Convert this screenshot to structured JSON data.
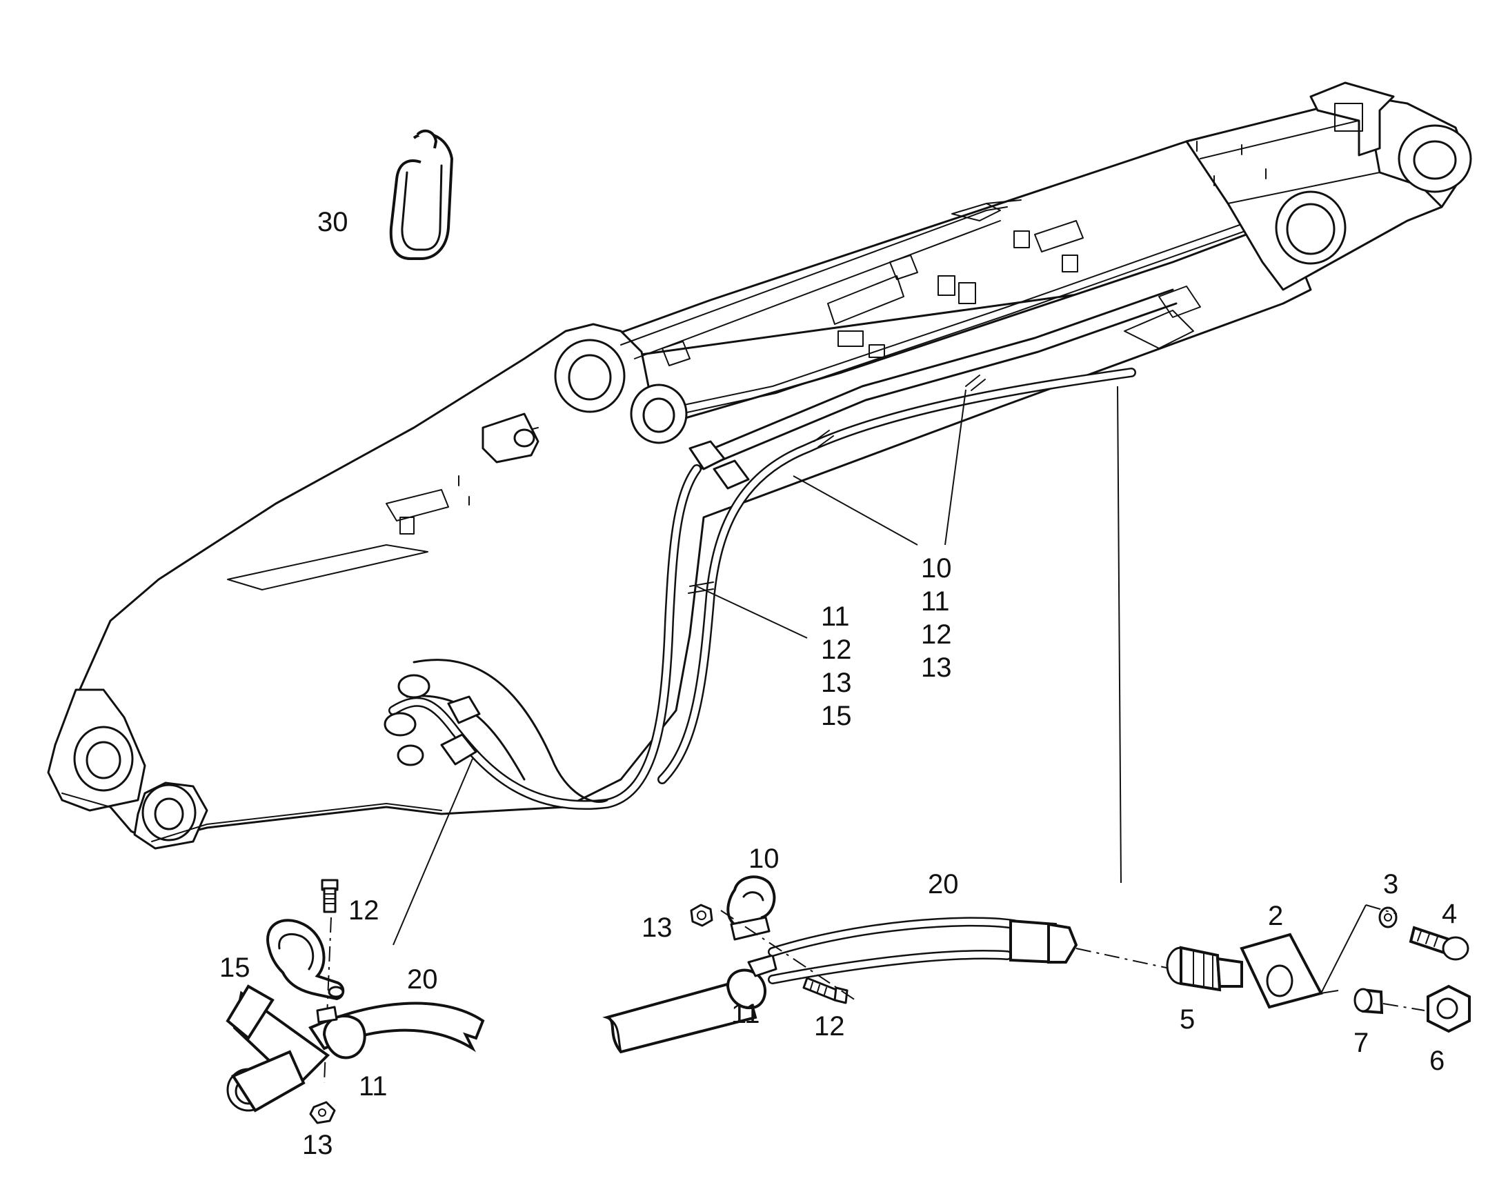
{
  "callouts": {
    "n30": "30",
    "n12_left": "12",
    "n15_left": "15",
    "n20_left": "20",
    "n11_left": "11",
    "n13_left": "13",
    "n10_center": "10",
    "n13_center": "13",
    "n20_center": "20",
    "n11_center": "11",
    "n12_center": "12",
    "n5": "5",
    "n2": "2",
    "n3": "3",
    "n4": "4",
    "n7": "7",
    "n6": "6"
  },
  "stacks": {
    "upper": [
      "10",
      "11",
      "12",
      "13"
    ],
    "lower": [
      "11",
      "12",
      "13",
      "15"
    ]
  }
}
